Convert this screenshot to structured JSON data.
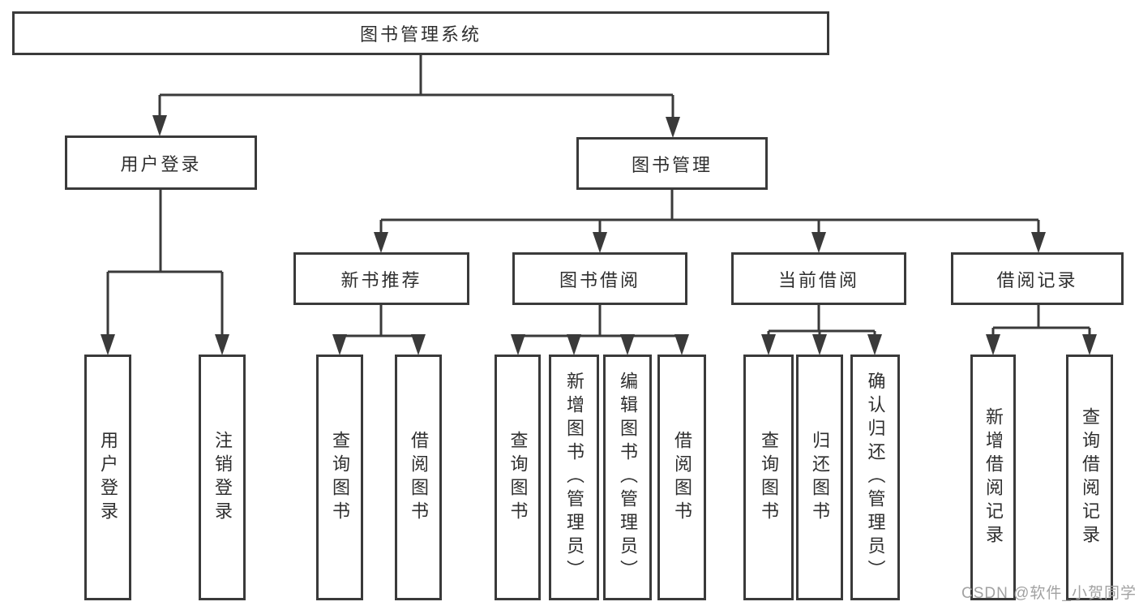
{
  "diagram": {
    "type": "functional-structure-tree",
    "root": {
      "label": "图书管理系统"
    },
    "level2": [
      {
        "label": "用户登录",
        "parent": "图书管理系统"
      },
      {
        "label": "图书管理",
        "parent": "图书管理系统"
      }
    ],
    "level3": [
      {
        "label": "新书推荐",
        "parent": "图书管理"
      },
      {
        "label": "图书借阅",
        "parent": "图书管理"
      },
      {
        "label": "当前借阅",
        "parent": "图书管理"
      },
      {
        "label": "借阅记录",
        "parent": "图书管理"
      }
    ],
    "leaves": [
      {
        "label": "用户登录",
        "parent": "用户登录"
      },
      {
        "label": "注销登录",
        "parent": "用户登录"
      },
      {
        "label": "查询图书",
        "parent": "新书推荐"
      },
      {
        "label": "借阅图书",
        "parent": "新书推荐"
      },
      {
        "label": "查询图书",
        "parent": "图书借阅"
      },
      {
        "label": "新增图书（管理员）",
        "parent": "图书借阅"
      },
      {
        "label": "编辑图书（管理员）",
        "parent": "图书借阅"
      },
      {
        "label": "借阅图书",
        "parent": "图书借阅"
      },
      {
        "label": "查询图书",
        "parent": "当前借阅"
      },
      {
        "label": "归还图书",
        "parent": "当前借阅"
      },
      {
        "label": "确认归还（管理员）",
        "parent": "当前借阅"
      },
      {
        "label": "新增借阅记录",
        "parent": "借阅记录"
      },
      {
        "label": "查询借阅记录",
        "parent": "借阅记录"
      }
    ]
  },
  "watermark": {
    "text": "CSDN @软件_小贺同学"
  },
  "colors": {
    "line": "#3a3a3a",
    "box_border": "#3a3a3a",
    "text": "#2f2f2f",
    "watermark": "#a2a2a2",
    "background": "#ffffff"
  }
}
